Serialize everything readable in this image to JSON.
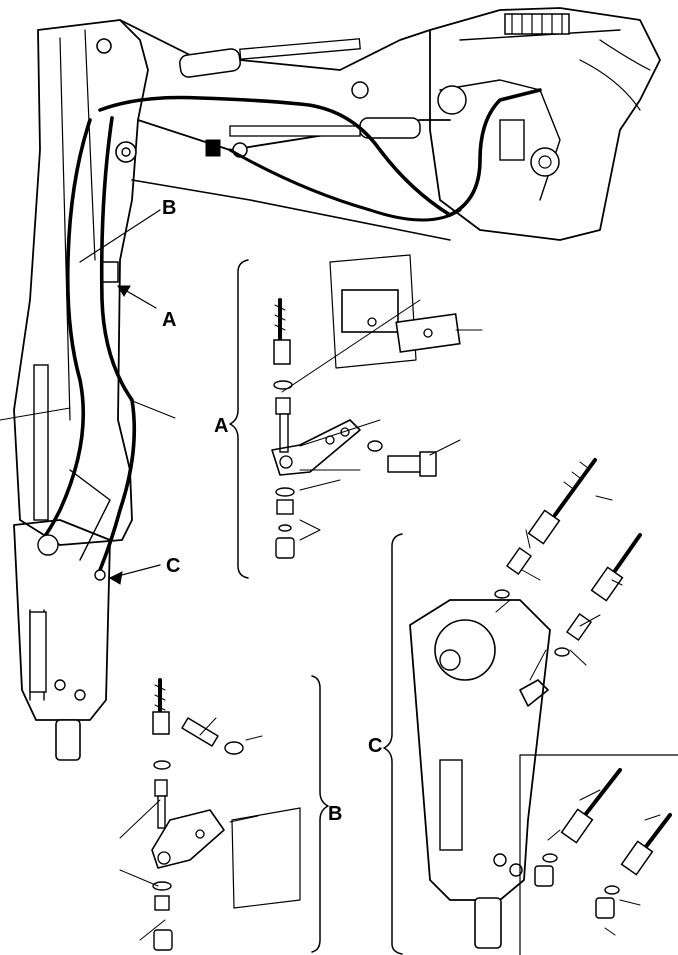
{
  "callouts": {
    "a_top": "A",
    "b_top": "B",
    "c_main": "C",
    "a_detail": "A",
    "b_detail": "B",
    "c_detail": "C"
  },
  "colors": {
    "ink": "#000000",
    "paper": "#ffffff"
  }
}
